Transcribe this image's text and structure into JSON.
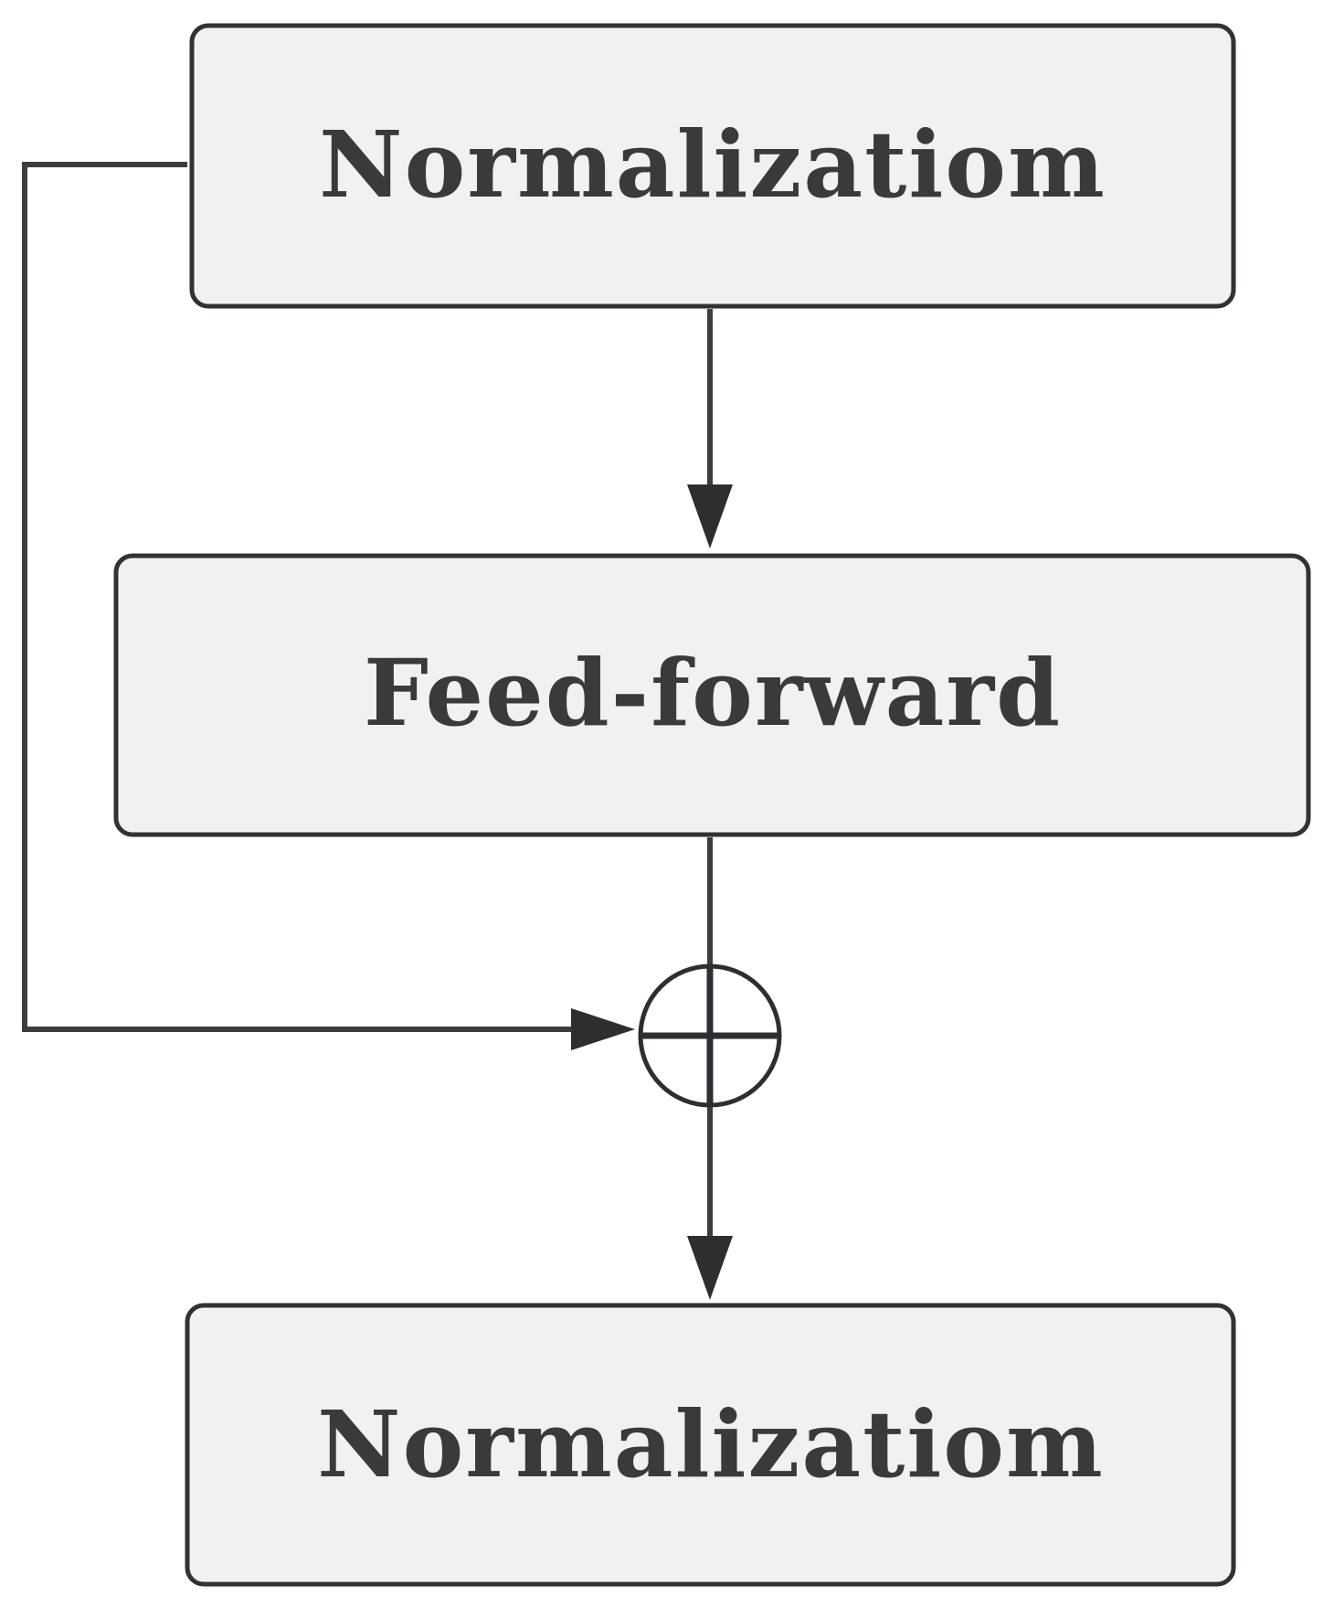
{
  "nodes": {
    "top": {
      "label": "Normalizatiom"
    },
    "middle": {
      "label": "Feed-forward"
    },
    "bottom": {
      "label": "Normalizatiom"
    },
    "sum": {
      "symbol": "⊕",
      "meaning": "addition"
    }
  },
  "edges": [
    {
      "from": "top",
      "to": "middle"
    },
    {
      "from": "middle",
      "to": "sum"
    },
    {
      "from": "top",
      "to": "sum",
      "kind": "residual-skip"
    },
    {
      "from": "sum",
      "to": "bottom"
    }
  ],
  "colors": {
    "box_fill": "#f1f1f1",
    "box_stroke": "#2f3337",
    "line": "#3d3d3d",
    "text": "#3a3a3a"
  }
}
